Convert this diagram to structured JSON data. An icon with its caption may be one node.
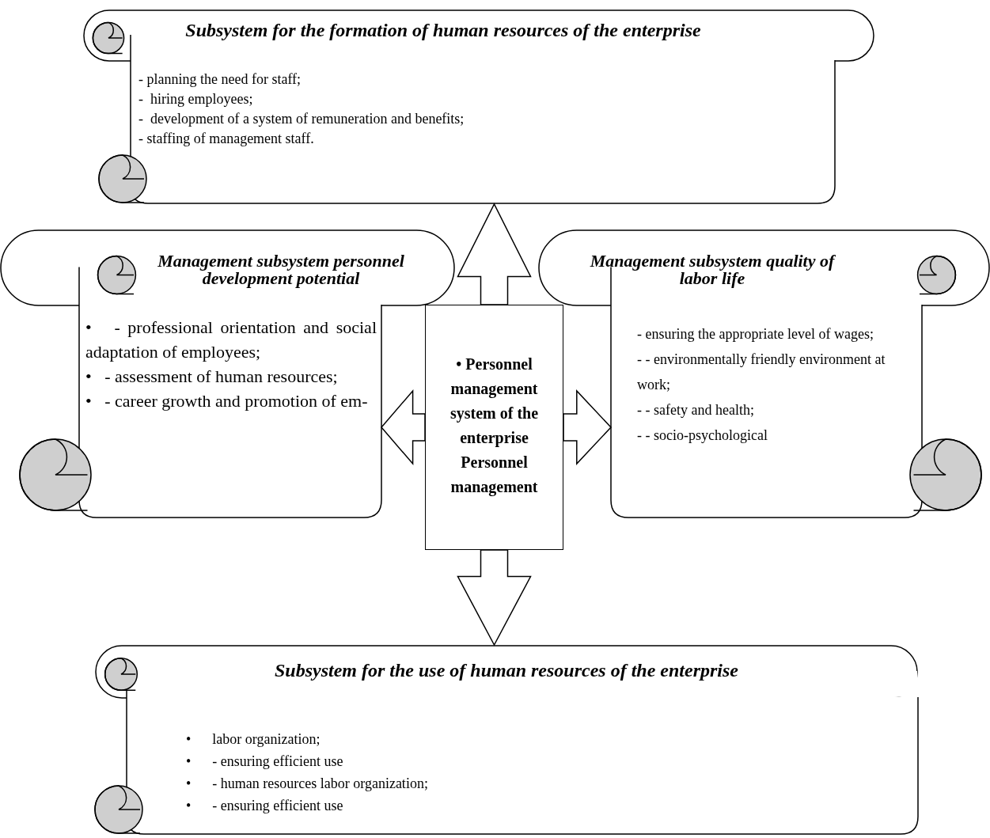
{
  "diagram": {
    "nodes": [
      {
        "text": [
          "Subsystem for the formation of human resources of the enterprise",
          "- planning the need for staff;",
          "-  hiring employees;",
          "-  development of a system of remuneration and benefits;",
          "- staffing of management staff."
        ]
      },
      {
        "text": [
          "Management subsystem personnel development potential",
          "•   - professional orientation and social adaptation of employees;",
          "•   - assessment of human resources;",
          "•   - career growth and promotion of em-"
        ]
      },
      {
        "text": [
          "• Personnel management system of the enterprise Personnel management"
        ]
      },
      {
        "text": [
          "Management subsystem quality of labor life",
          "- ensuring the appropriate level of wages;",
          "- - environmentally friendly environment at work;",
          "- - safety and health;",
          "- - socio-psychological"
        ]
      },
      {
        "text": [
          "Subsystem for the use of human resources of the enterprise",
          "•      labor organization;",
          "•      - ensuring efficient use",
          "•      - human resources labor organization;",
          "•      - ensuring efficient use"
        ]
      }
    ],
    "edges": [
      {
        "from": 2,
        "to": 0,
        "arrow": "to"
      },
      {
        "from": 2,
        "to": 1,
        "arrow": "to"
      },
      {
        "from": 2,
        "to": 3,
        "arrow": "to"
      },
      {
        "from": 2,
        "to": 4,
        "arrow": "to"
      }
    ]
  }
}
